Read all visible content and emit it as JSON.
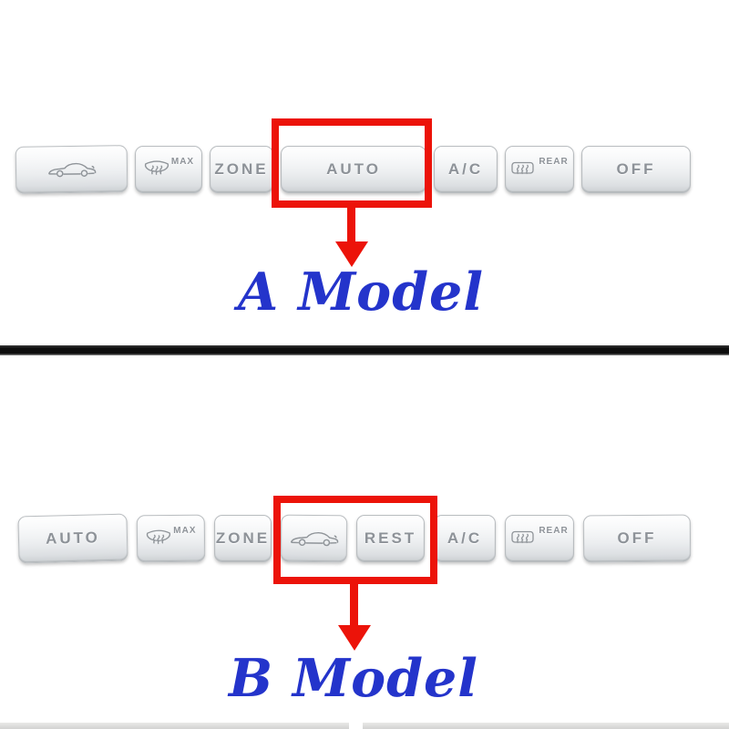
{
  "colors": {
    "highlight_red": "#ec1309",
    "model_label_blue": "#2434cb",
    "divider_black": "#0d0d0d",
    "button_text_gray": "#8d9298",
    "button_silver": "#eceef0"
  },
  "sections": [
    {
      "model_label": "A Model",
      "buttons": [
        {
          "name": "recirculation-button",
          "icon": "car-recirculation-icon"
        },
        {
          "name": "defrost-max-button",
          "icon": "windshield-defrost-icon",
          "label": "MAX"
        },
        {
          "name": "zone-button",
          "label": "ZONE"
        },
        {
          "name": "auto-button",
          "label": "AUTO",
          "highlighted": true
        },
        {
          "name": "ac-button",
          "label": "A/C"
        },
        {
          "name": "rear-defrost-button",
          "icon": "rear-defrost-icon",
          "label": "REAR"
        },
        {
          "name": "off-button",
          "label": "OFF"
        }
      ]
    },
    {
      "model_label": "B Model",
      "buttons": [
        {
          "name": "auto-button",
          "label": "AUTO"
        },
        {
          "name": "defrost-max-button",
          "icon": "windshield-defrost-icon",
          "label": "MAX"
        },
        {
          "name": "zone-button",
          "label": "ZONE"
        },
        {
          "name": "recirculation-button",
          "icon": "car-recirculation-icon",
          "highlighted": true
        },
        {
          "name": "rest-button",
          "label": "REST",
          "highlighted": true
        },
        {
          "name": "ac-button",
          "label": "A/C"
        },
        {
          "name": "rear-defrost-button",
          "icon": "rear-defrost-icon",
          "label": "REAR"
        },
        {
          "name": "off-button",
          "label": "OFF"
        }
      ]
    }
  ]
}
